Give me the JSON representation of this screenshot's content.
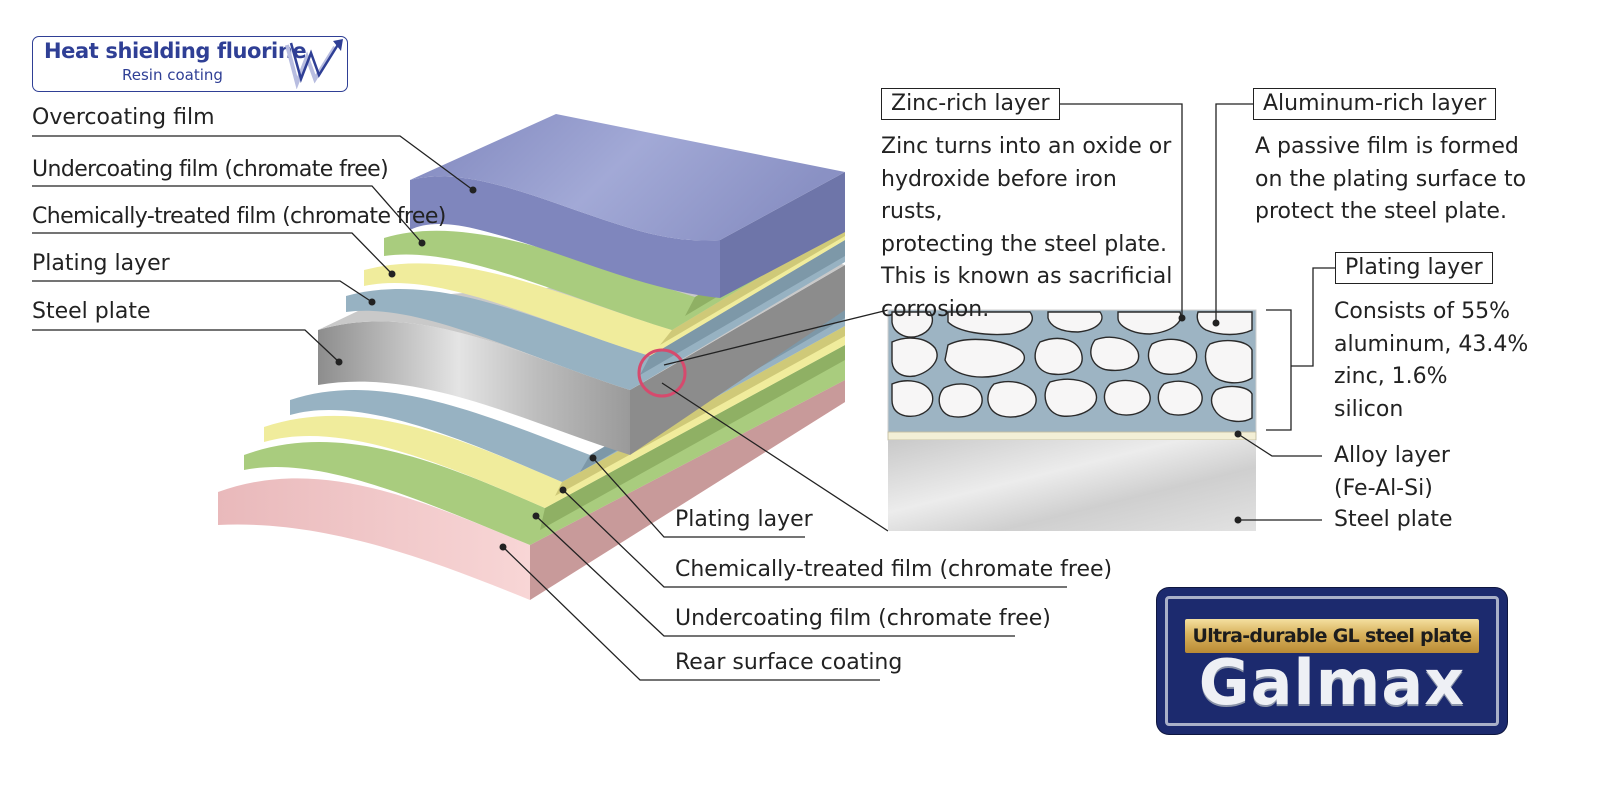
{
  "badge": {
    "title": "Heat shielding fluorine",
    "subtitle": "Resin coating"
  },
  "left_labels": [
    "Overcoating film",
    "Undercoating film (chromate free)",
    "Chemically-treated film (chromate free)",
    "Plating layer",
    "Steel plate"
  ],
  "bottom_labels": [
    "Plating layer",
    "Chemically-treated film (chromate free)",
    "Undercoating film (chromate free)",
    "Rear surface coating"
  ],
  "zinc": {
    "title": "Zinc-rich layer",
    "desc": "Zinc turns into an oxide or\nhydroxide before iron rusts,\nprotecting the steel plate.\nThis is known as sacrificial\ncorrosion."
  },
  "aluminum": {
    "title": "Aluminum-rich layer",
    "desc": "A passive film is formed\non the plating surface to\nprotect the steel plate."
  },
  "plating": {
    "title": "Plating layer",
    "desc": "Consists of 55%\naluminum, 43.4%\nzinc, 1.6%\nsilicon"
  },
  "alloy": {
    "label": "Alloy layer\n(Fe-Al-Si)"
  },
  "steel": {
    "label": "Steel plate"
  },
  "logo": {
    "tagline": "Ultra-durable GL steel plate",
    "name": "Galmax"
  },
  "colors": {
    "overcoat": "#8f97c8",
    "undercoat": "#a9cc7e",
    "chemical": "#f0ec9c",
    "plating": "#97b2c2",
    "steel": "#b5b5b5",
    "rear": "#f0c4c4",
    "zinc_network": "#9db4c3",
    "highlight_circle": "#d64a6d",
    "brand_blue": "#2f3f95",
    "logo_navy": "#1c2a6e"
  }
}
